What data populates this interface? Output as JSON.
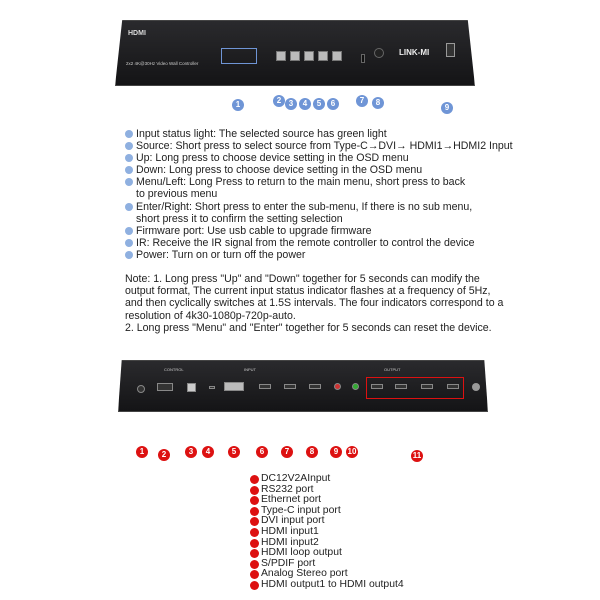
{
  "front_panel": {
    "logo": "HDMI",
    "model": "2x2 4K@30Hz Video Wall Controller",
    "brand": "LINK-MI",
    "callouts": [
      "1",
      "2",
      "3",
      "4",
      "5",
      "6",
      "7",
      "8",
      "9"
    ],
    "accent": "#6f95d6"
  },
  "front_legend": [
    "Input status light: The selected source has green light",
    "Source: Short press to select source from Type-C→DVI→ HDMI1→HDMI2 Input",
    "Up: Long press to choose device setting in the OSD menu",
    "Down: Long press to choose device setting in the OSD menu",
    "Menu/Left: Long Press to return to the main menu, short press to back",
    "to previous menu",
    "Enter/Right: Short press to enter the sub-menu, If there is no sub menu,",
    "short press it to confirm the setting selection",
    "Firmware port: Use usb cable to upgrade firmware",
    "IR: Receive the IR signal from the remote controller to control the device",
    "Power: Turn on or turn off the power"
  ],
  "note": [
    "Note: 1. Long press \"Up\" and \"Down\" together for 5 seconds can modify the",
    "output format, The current input status indicator flashes at a frequency of 5Hz,",
    "and then cyclically switches at 1.5S intervals. The four indicators correspond to a",
    "resolution of 4k30-1080p-720p-auto.",
    "2. Long press \"Menu\" and \"Enter\" together for 5 seconds can reset the device."
  ],
  "rear_panel": {
    "group_labels": [
      "CONTROL",
      "INPUT",
      "OUTPUT"
    ],
    "callouts": [
      "1",
      "2",
      "3",
      "4",
      "5",
      "6",
      "7",
      "8",
      "9",
      "10",
      "11"
    ],
    "accent": "#dd1111"
  },
  "rear_legend": [
    "DC12V2AInput",
    "RS232 port",
    "Ethernet port",
    "Type-C input port",
    "DVI input port",
    "HDMI input1",
    "HDMI input2",
    "HDMI loop output",
    "S/PDIF port",
    "Analog Stereo port",
    "HDMI output1 to HDMI output4"
  ]
}
